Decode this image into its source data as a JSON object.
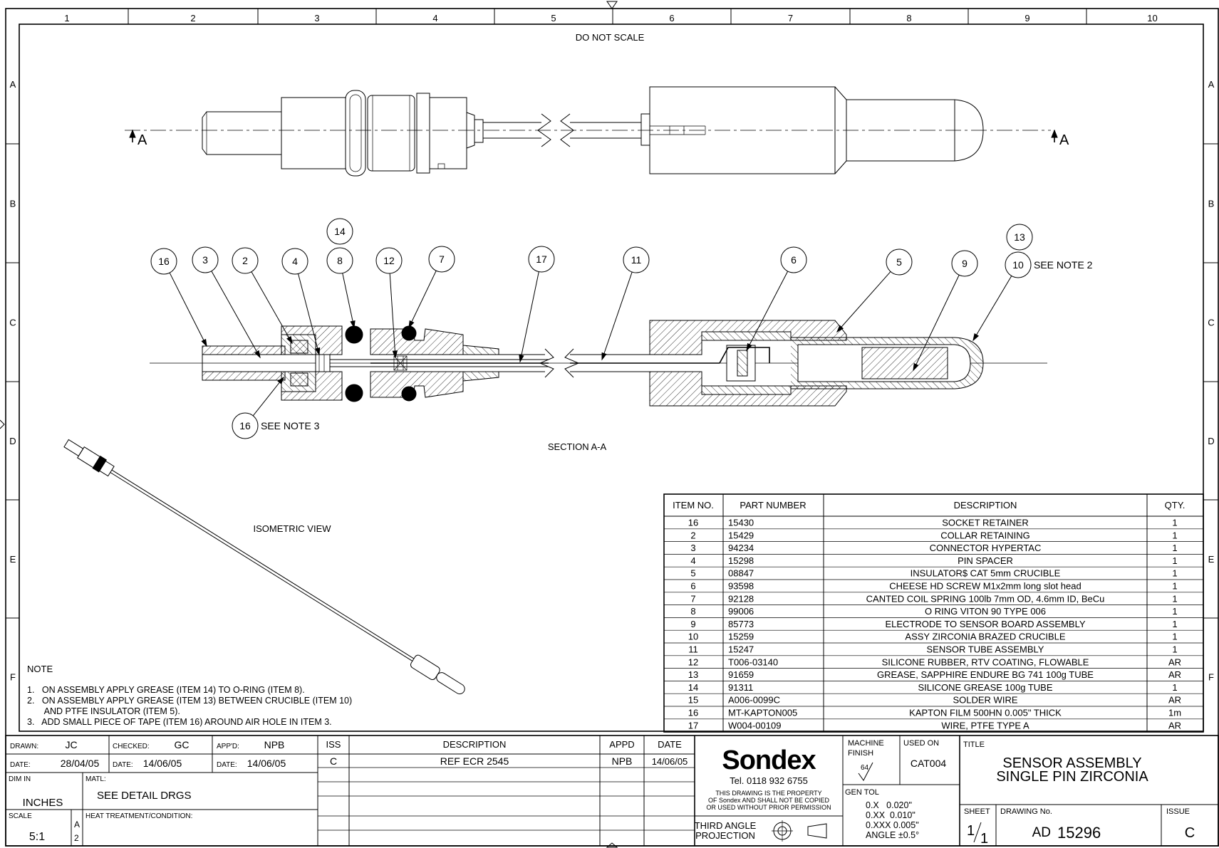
{
  "grid": {
    "columns": [
      "1",
      "2",
      "3",
      "4",
      "5",
      "6",
      "7",
      "8",
      "9",
      "10"
    ],
    "rows": [
      "A",
      "B",
      "C",
      "D",
      "E",
      "F"
    ]
  },
  "labels": {
    "do_not_scale": "DO NOT SCALE",
    "section_marker": "A",
    "section_title": "SECTION A-A",
    "isometric_view": "ISOMETRIC VIEW"
  },
  "balloons": [
    {
      "num": "16",
      "note": ""
    },
    {
      "num": "3",
      "note": ""
    },
    {
      "num": "2",
      "note": ""
    },
    {
      "num": "4",
      "note": ""
    },
    {
      "num": "14",
      "note": ""
    },
    {
      "num": "8",
      "note": ""
    },
    {
      "num": "12",
      "note": ""
    },
    {
      "num": "7",
      "note": ""
    },
    {
      "num": "17",
      "note": ""
    },
    {
      "num": "11",
      "note": ""
    },
    {
      "num": "6",
      "note": ""
    },
    {
      "num": "5",
      "note": ""
    },
    {
      "num": "9",
      "note": ""
    },
    {
      "num": "13",
      "note": ""
    },
    {
      "num": "10",
      "note": "SEE NOTE 2"
    },
    {
      "num": "16",
      "note": "SEE NOTE 3"
    }
  ],
  "notes": {
    "heading": "NOTE",
    "lines": [
      "1.   ON ASSEMBLY APPLY GREASE (ITEM 14) TO O-RING (ITEM 8).",
      "2.   ON ASSEMBLY APPLY GREASE (ITEM 13) BETWEEN CRUCIBLE (ITEM 10)",
      "       AND PTFE INSULATOR (ITEM 5).",
      "3.   ADD SMALL PIECE OF TAPE (ITEM 16) AROUND AIR HOLE IN ITEM 3."
    ]
  },
  "bom": {
    "headers": [
      "ITEM NO.",
      "PART NUMBER",
      "DESCRIPTION",
      "QTY."
    ],
    "rows": [
      [
        "16",
        "15430",
        "SOCKET RETAINER",
        "1"
      ],
      [
        "2",
        "15429",
        "COLLAR RETAINING",
        "1"
      ],
      [
        "3",
        "94234",
        "CONNECTOR HYPERTAC",
        "1"
      ],
      [
        "4",
        "15298",
        "PIN SPACER",
        "1"
      ],
      [
        "5",
        "08847",
        "INSULATOR$ CAT 5mm CRUCIBLE",
        "1"
      ],
      [
        "6",
        "93598",
        "CHEESE HD SCREW M1x2mm long slot head",
        "1"
      ],
      [
        "7",
        "92128",
        "CANTED COIL SPRING 100lb 7mm OD, 4.6mm ID, BeCu",
        "1"
      ],
      [
        "8",
        "99006",
        "O RING VITON 90 TYPE 006",
        "1"
      ],
      [
        "9",
        "85773",
        "ELECTRODE TO SENSOR BOARD ASSEMBLY",
        "1"
      ],
      [
        "10",
        "15259",
        "ASSY ZIRCONIA BRAZED CRUCIBLE",
        "1"
      ],
      [
        "11",
        "15247",
        "SENSOR TUBE ASSEMBLY",
        "1"
      ],
      [
        "12",
        "T006-03140",
        "SILICONE RUBBER, RTV COATING, FLOWABLE",
        "AR"
      ],
      [
        "13",
        "91659",
        "GREASE, SAPPHIRE ENDURE BG 741 100g  TUBE",
        "AR"
      ],
      [
        "14",
        "91311",
        "SILICONE GREASE 100g  TUBE",
        "1"
      ],
      [
        "15",
        "A006-0099C",
        "SOLDER WIRE",
        "AR"
      ],
      [
        "16",
        "MT-KAPTON005",
        "KAPTON FILM 500HN 0.005\" THICK",
        "1m"
      ],
      [
        "17",
        "W004-00109",
        "WIRE, PTFE TYPE A",
        "AR"
      ]
    ]
  },
  "title_block": {
    "drawn_label": "DRAWN:",
    "drawn": "JC",
    "checked_label": "CHECKED:",
    "checked": "GC",
    "appd_label": "APP'D:",
    "appd": "NPB",
    "date_label": "DATE:",
    "date_drawn": "28/04/05",
    "date_checked": "14/06/05",
    "date_appd": "14/06/05",
    "dim_in_label": "DIM IN",
    "dim_in": "INCHES",
    "matl_label": "MATL:",
    "matl": "SEE DETAIL DRGS",
    "scale_label": "SCALE",
    "scale": "5:1",
    "size_letter": "A",
    "size_num": "2",
    "heat_label": "HEAT TREATMENT/CONDITION:",
    "rev_headers": [
      "ISS",
      "DESCRIPTION",
      "APPD",
      "DATE"
    ],
    "rev_row": [
      "C",
      "REF ECR 2545",
      "NPB",
      "14/06/05"
    ],
    "company": "Sondex",
    "tel": "Tel. 0118 932 6755",
    "property_lines": [
      "THIS DRAWING IS THE PROPERTY",
      "OF Sondex AND SHALL NOT BE COPIED",
      "OR USED WITHOUT PRIOR PERMISSION"
    ],
    "projection_lines": [
      "THIRD ANGLE",
      "PROJECTION"
    ],
    "machine_finish_lines": [
      "MACHINE",
      "FINISH"
    ],
    "finish_value": "64",
    "used_on_label": "USED ON",
    "used_on": "CAT004",
    "gen_tol_label": "GEN TOL",
    "tolerances": [
      "0.X   0.020\"",
      "0.XX  0.010\"",
      "0.XXX 0.005\"",
      "ANGLE ±0.5°"
    ],
    "title_label": "TITLE",
    "title_lines": [
      "SENSOR ASSEMBLY",
      "SINGLE PIN ZIRCONIA"
    ],
    "sheet_label": "SHEET",
    "sheet_num": "1",
    "sheet_total": "1",
    "drawing_no_label": "DRAWING No.",
    "drawing_prefix": "AD",
    "drawing_no": "15296",
    "issue_label": "ISSUE",
    "issue": "C"
  }
}
